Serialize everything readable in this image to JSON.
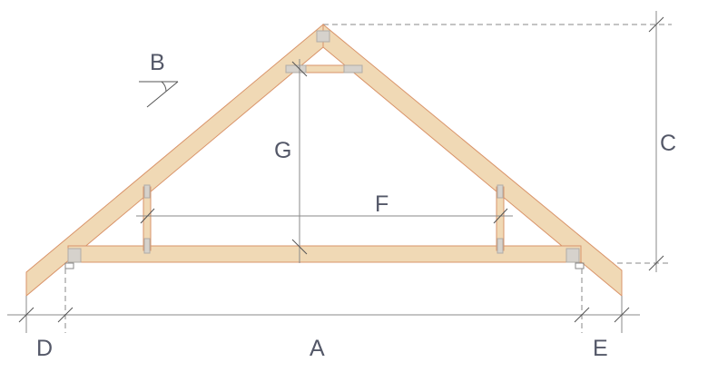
{
  "labels": {
    "A": "A",
    "B": "B",
    "C": "C",
    "D": "D",
    "E": "E",
    "F": "F",
    "G": "G"
  },
  "colors": {
    "wood": "#f0d9b5",
    "wood_edge": "#d9946a",
    "plate": "#d6d2cc",
    "dimension": "#8a8a8a",
    "label": "#545868"
  }
}
